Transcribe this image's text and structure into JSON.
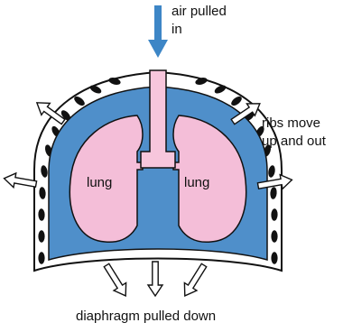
{
  "labels": {
    "air_line1": "air pulled",
    "air_line2": "in",
    "ribs_line1": "ribs move",
    "ribs_line2": "up and out",
    "lung_left": "lung",
    "lung_right": "lung",
    "diaphragm": "diaphragm pulled down"
  },
  "colors": {
    "pleural_blue": "#4f8fca",
    "lung_pink": "#f4bed8",
    "trachea_pink": "#f7c6dc",
    "air_arrow_blue": "#3d86c6",
    "chest_wall_white": "#ffffff",
    "rib_black": "#111111",
    "outline": "#111111",
    "movement_arrow_fill": "#ffffff"
  }
}
